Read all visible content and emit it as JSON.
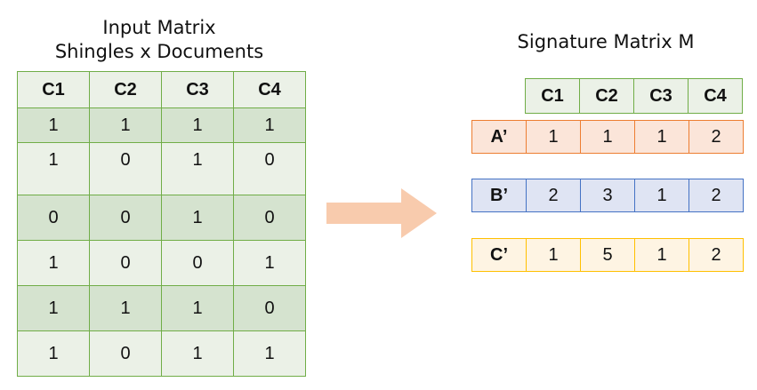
{
  "input_matrix": {
    "title_line1": "Input Matrix",
    "title_line2": "Shingles x Documents",
    "columns": [
      "C1",
      "C2",
      "C3",
      "C4"
    ],
    "rows": [
      [
        "1",
        "1",
        "1",
        "1"
      ],
      [
        "1",
        "0",
        "1",
        "0"
      ],
      [
        "0",
        "0",
        "1",
        "0"
      ],
      [
        "1",
        "0",
        "0",
        "1"
      ],
      [
        "1",
        "1",
        "1",
        "0"
      ],
      [
        "1",
        "0",
        "1",
        "1"
      ]
    ]
  },
  "signature_matrix": {
    "title": "Signature Matrix M",
    "columns": [
      "C1",
      "C2",
      "C3",
      "C4"
    ],
    "rows": [
      {
        "label": "A’",
        "values": [
          "1",
          "1",
          "1",
          "2"
        ],
        "color": "#ed7d31"
      },
      {
        "label": "B’",
        "values": [
          "2",
          "3",
          "1",
          "2"
        ],
        "color": "#4472c4"
      },
      {
        "label": "C’",
        "values": [
          "1",
          "5",
          "1",
          "2"
        ],
        "color": "#ffc000"
      }
    ]
  },
  "colors": {
    "grid_border": "#70ad47",
    "grid_shade": "#d5e3cf",
    "grid_light": "#ebf1e7",
    "arrow": "#f8cbad"
  }
}
